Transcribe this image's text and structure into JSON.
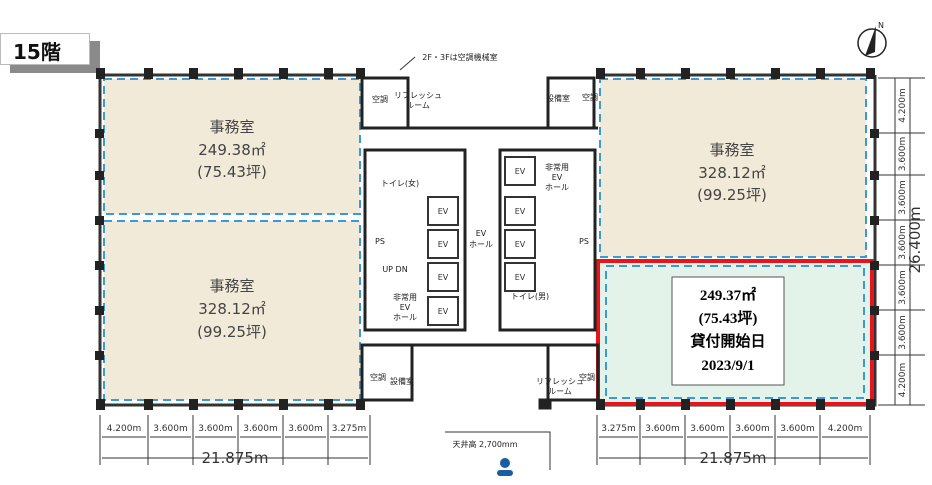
{
  "floor_label": "15階",
  "note_top": "2F・3Fは空調機械室",
  "compass": {
    "label": "N"
  },
  "rooms": [
    {
      "name": "事務室",
      "area": "249.38㎡",
      "tsubo": "(75.43坪)"
    },
    {
      "name": "事務室",
      "area": "328.12㎡",
      "tsubo": "(99.25坪)"
    },
    {
      "name": "事務室",
      "area": "328.12㎡",
      "tsubo": "(99.25坪)"
    }
  ],
  "highlight": {
    "area": "249.37㎡",
    "tsubo": "(75.43坪)",
    "label": "貸付開始日",
    "date": "2023/9/1",
    "border_color": "#e8141b",
    "fill_color": "#e3f3ea"
  },
  "core": {
    "ev_hall": [
      "EV",
      "ホール"
    ],
    "ev": "EV",
    "toilet_f": "トイレ(女)",
    "toilet_m": "トイレ(男)",
    "emergency_ev": [
      "非常用",
      "EV",
      "ホール"
    ],
    "refresh": [
      "リフレッシュ",
      "ルーム"
    ],
    "storage": "設備室",
    "ac": "空調",
    "ps": "PS",
    "updn": "UP DN"
  },
  "ceiling_note": "天井高 2,700mm",
  "dimensions": {
    "bottom_left": [
      "4.200m",
      "3.600m",
      "3.600m",
      "3.600m",
      "3.600m",
      "3.275m"
    ],
    "bottom_left_total": "21.875m",
    "bottom_right": [
      "3.275m",
      "3.600m",
      "3.600m",
      "3.600m",
      "3.600m",
      "4.200m"
    ],
    "bottom_right_total": "21.875m",
    "right": [
      "4.200m",
      "3.600m",
      "3.600m",
      "3.600m",
      "3.600m",
      "3.600m",
      "4.200m"
    ],
    "right_total": "26.400m"
  },
  "colors": {
    "office": "#f1ead8",
    "dash": "#3a9ad9",
    "wall": "#222222"
  }
}
